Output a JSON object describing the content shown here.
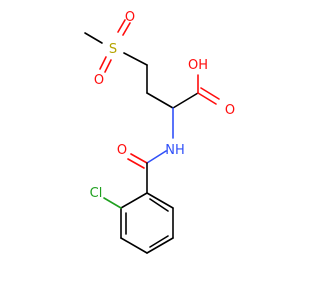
{
  "molecule": {
    "atoms": {
      "sulfur": "S",
      "sulfonyl_oxygen_top": "O",
      "sulfonyl_oxygen_bottom": "O",
      "hydroxyl": "OH",
      "carboxyl_oxygen": "O",
      "amide_nitrogen": "NH",
      "amide_oxygen": "O",
      "chlorine": "Cl"
    },
    "colors": {
      "carbon_bond": "#000000",
      "oxygen": "#ff0d0d",
      "sulfur": "#b5a400",
      "nitrogen": "#3050f8",
      "chlorine": "#1fa01f"
    }
  }
}
